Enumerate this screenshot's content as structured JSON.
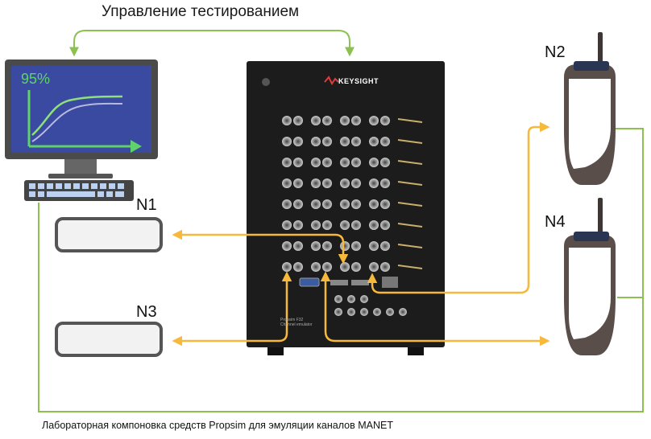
{
  "title": "Управление тестированием",
  "caption": "Лабораторная компоновка средств Propsim для эмуляции каналов MANET",
  "nodes": {
    "n1": "N1",
    "n2": "N2",
    "n3": "N3",
    "n4": "N4"
  },
  "monitor": {
    "percent": "95%"
  },
  "emulator": {
    "brand": "KEYSIGHT",
    "model": "Propsim F32",
    "model_sub": "Channel emulator"
  },
  "colors": {
    "control_link": "#8cc152",
    "rf_link": "#f6b93b",
    "cabinet": "#1c1c1c",
    "screen": "#3a4aa0",
    "phone": "#5a4e4b"
  }
}
